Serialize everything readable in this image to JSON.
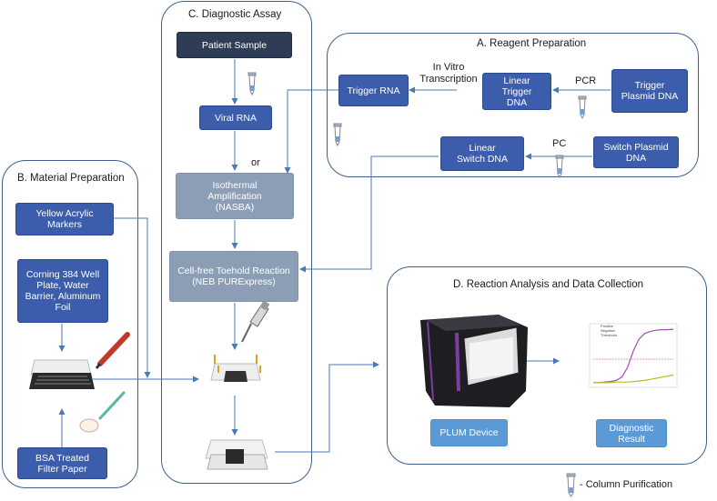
{
  "panels": {
    "c_title": "C. Diagnostic Assay",
    "a_title": "A. Reagent Preparation",
    "b_title": "B. Material Preparation",
    "d_title": "D. Reaction Analysis and Data Collection"
  },
  "assay": {
    "patient_sample": "Patient Sample",
    "viral_rna": "Viral RNA",
    "or": "or",
    "isothermal": "Isothermal Amplification (NASBA)",
    "cellfree": "Cell-free Toehold Reaction (NEB PURExpress)"
  },
  "reagent": {
    "trigger_rna": "Trigger RNA",
    "in_vitro": "In Vitro Transcription",
    "linear_trigger": "Linear Trigger DNA",
    "pcr": "PCR",
    "trigger_plasmid": "Trigger Plasmid DNA",
    "linear_switch": "Linear Switch DNA",
    "pc": "PC",
    "switch_plasmid": "Switch Plasmid DNA"
  },
  "material": {
    "yellow": "Yellow Acrylic Markers",
    "corning": "Corning 384 Well Plate, Water Barrier, Aluminum Foil",
    "bsa": "BSA Treated Filter Paper"
  },
  "analysis": {
    "plum": "PLUM Device",
    "result": "Diagnostic Result",
    "legend_positive": "Positive",
    "legend_negative": "Negative",
    "legend_threshold": "Threshold"
  },
  "legend": {
    "column_purification": "- Column Purification"
  },
  "colors": {
    "panel_border": "#3e5f8e",
    "box_blue": "#3b5dab",
    "box_navy": "#2f3c55",
    "box_grey": "#8c9db6",
    "box_light": "#5a9ad6",
    "arrow": "#4a7ab5",
    "positive": "#a04fb0",
    "negative": "#e377c2",
    "threshold": "#bcbd22"
  },
  "chart_data": {
    "type": "line",
    "title": "",
    "xlabel": "",
    "ylabel": "",
    "series": [
      {
        "name": "Positive",
        "values": [
          0.02,
          0.02,
          0.03,
          0.04,
          0.06,
          0.12,
          0.3,
          0.6,
          0.82,
          0.92,
          0.96,
          0.98,
          0.99,
          0.99,
          1.0
        ]
      },
      {
        "name": "Negative",
        "values": [
          0.45,
          0.45,
          0.45,
          0.45,
          0.45,
          0.45,
          0.45,
          0.45,
          0.45,
          0.45,
          0.45,
          0.45,
          0.45,
          0.45,
          0.45
        ]
      },
      {
        "name": "Threshold",
        "values": [
          0.02,
          0.02,
          0.02,
          0.02,
          0.03,
          0.03,
          0.03,
          0.04,
          0.05,
          0.06,
          0.08,
          0.1,
          0.12,
          0.14,
          0.16
        ]
      }
    ]
  }
}
